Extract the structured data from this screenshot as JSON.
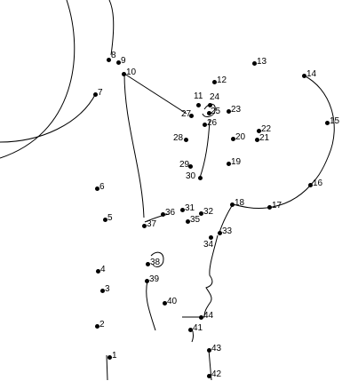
{
  "puzzle": {
    "ink_color": "#000000",
    "background_color": "#ffffff",
    "points": [
      {
        "n": "1"
      },
      {
        "n": "2"
      },
      {
        "n": "3"
      },
      {
        "n": "4"
      },
      {
        "n": "5"
      },
      {
        "n": "6"
      },
      {
        "n": "7"
      },
      {
        "n": "8"
      },
      {
        "n": "9"
      },
      {
        "n": "10"
      },
      {
        "n": "11"
      },
      {
        "n": "12"
      },
      {
        "n": "13"
      },
      {
        "n": "14"
      },
      {
        "n": "15"
      },
      {
        "n": "16"
      },
      {
        "n": "17"
      },
      {
        "n": "18"
      },
      {
        "n": "19"
      },
      {
        "n": "20"
      },
      {
        "n": "21"
      },
      {
        "n": "22"
      },
      {
        "n": "23"
      },
      {
        "n": "24"
      },
      {
        "n": "25"
      },
      {
        "n": "26"
      },
      {
        "n": "27"
      },
      {
        "n": "28"
      },
      {
        "n": "29"
      },
      {
        "n": "30"
      },
      {
        "n": "31"
      },
      {
        "n": "32"
      },
      {
        "n": "33"
      },
      {
        "n": "34"
      },
      {
        "n": "35"
      },
      {
        "n": "36"
      },
      {
        "n": "37"
      },
      {
        "n": "38"
      },
      {
        "n": "39"
      },
      {
        "n": "40"
      },
      {
        "n": "41"
      },
      {
        "n": "42"
      },
      {
        "n": "43"
      },
      {
        "n": "44"
      }
    ]
  }
}
